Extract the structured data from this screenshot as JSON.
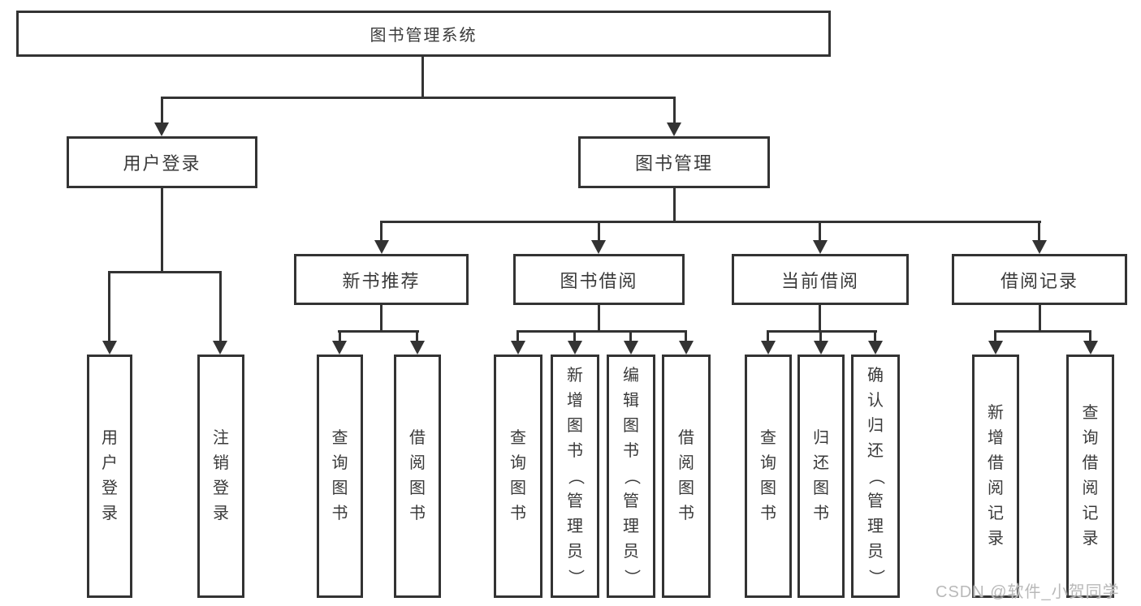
{
  "diagram": {
    "root": {
      "label": "图书管理系统"
    },
    "level2": [
      {
        "label": "用户登录"
      },
      {
        "label": "图书管理"
      }
    ],
    "level3": [
      {
        "label": "新书推荐",
        "parent": "图书管理"
      },
      {
        "label": "图书借阅",
        "parent": "图书管理"
      },
      {
        "label": "当前借阅",
        "parent": "图书管理"
      },
      {
        "label": "借阅记录",
        "parent": "图书管理"
      }
    ],
    "leaves": [
      {
        "label": "用户登录",
        "parent": "用户登录"
      },
      {
        "label": "注销登录",
        "parent": "用户登录"
      },
      {
        "label": "查询图书",
        "parent": "新书推荐"
      },
      {
        "label": "借阅图书",
        "parent": "新书推荐"
      },
      {
        "label": "查询图书",
        "parent": "图书借阅"
      },
      {
        "label": "新增图书（管理员）",
        "parent": "图书借阅"
      },
      {
        "label": "编辑图书（管理员）",
        "parent": "图书借阅"
      },
      {
        "label": "借阅图书",
        "parent": "图书借阅"
      },
      {
        "label": "查询图书",
        "parent": "当前借阅"
      },
      {
        "label": "归还图书",
        "parent": "当前借阅"
      },
      {
        "label": "确认归还（管理员）",
        "parent": "当前借阅"
      },
      {
        "label": "新增借阅记录",
        "parent": "借阅记录"
      },
      {
        "label": "查询借阅记录",
        "parent": "借阅记录"
      }
    ],
    "watermark": "CSDN @软件_小贺同学",
    "colors": {
      "line": "#333333",
      "text": "#3a3a3a",
      "watermark": "#b9b9b9",
      "background": "#ffffff"
    }
  }
}
